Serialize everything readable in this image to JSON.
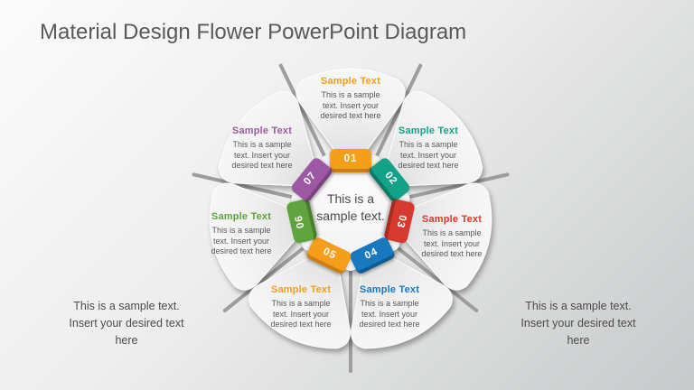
{
  "slide": {
    "title": "Material Design Flower PowerPoint Diagram"
  },
  "center": {
    "line1": "This is a",
    "line2": "sample text."
  },
  "petals": [
    {
      "number": "01",
      "title": "Sample Text",
      "body1": "This is a sample",
      "body2": "text. Insert your",
      "body3": "desired text here",
      "color": "#F59E1B",
      "edge_color": "#CE7E11"
    },
    {
      "number": "02",
      "title": "Sample Text",
      "body1": "This is a sample",
      "body2": "text. Insert your",
      "body3": "desired text here",
      "color": "#13A287",
      "edge_color": "#0C7A64"
    },
    {
      "number": "03",
      "title": "Sample Text",
      "body1": "This is a sample",
      "body2": "text. Insert your",
      "body3": "desired text here",
      "color": "#D63A2E",
      "edge_color": "#A92A1F"
    },
    {
      "number": "04",
      "title": "Sample Text",
      "body1": "This is a sample",
      "body2": "text. Insert your",
      "body3": "desired text here",
      "color": "#1879BF",
      "edge_color": "#0F5C95"
    },
    {
      "number": "05",
      "title": "Sample Text",
      "body1": "This is a sample",
      "body2": "text. Insert your",
      "body3": "desired text here",
      "color": "#F59E1B",
      "edge_color": "#CE7E11"
    },
    {
      "number": "06",
      "title": "Sample Text",
      "body1": "This is a sample",
      "body2": "text. Insert your",
      "body3": "desired text here",
      "color": "#5FA43D",
      "edge_color": "#48812B"
    },
    {
      "number": "07",
      "title": "Sample Text",
      "body1": "This is a sample",
      "body2": "text. Insert your",
      "body3": "desired text here",
      "color": "#9C58A3",
      "edge_color": "#7B4181"
    }
  ],
  "notes": {
    "left": {
      "l1": "This is a sample text.",
      "l2": "Insert your desired text",
      "l3": "here"
    },
    "right": {
      "l1": "This is a sample text.",
      "l2": "Insert your desired text",
      "l3": "here"
    }
  }
}
